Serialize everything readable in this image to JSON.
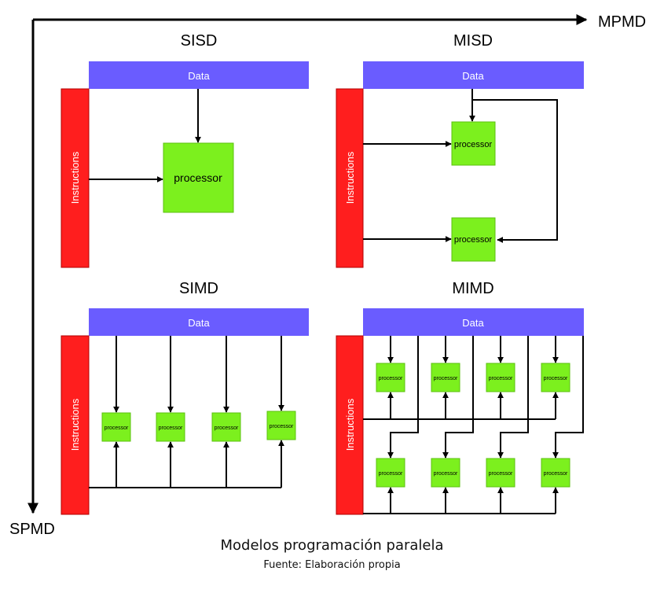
{
  "axes": {
    "horizontal_label": "MPMD",
    "vertical_label": "SPMD"
  },
  "quadrants": [
    {
      "id": "sisd",
      "title": "SISD",
      "data_label": "Data",
      "instructions_label": "Instructions",
      "processor_label": "processor",
      "processors": 1
    },
    {
      "id": "misd",
      "title": "MISD",
      "data_label": "Data",
      "instructions_label": "Instructions",
      "processor_label": "processor",
      "processors": 2
    },
    {
      "id": "simd",
      "title": "SIMD",
      "data_label": "Data",
      "instructions_label": "Instructions",
      "processor_label": "processor",
      "processors": 4
    },
    {
      "id": "mimd",
      "title": "MIMD",
      "data_label": "Data",
      "instructions_label": "Instructions",
      "processor_label": "processor",
      "processors": 8
    }
  ],
  "caption": {
    "title": "Modelos programación paralela",
    "source": "Fuente: Elaboración propia"
  },
  "colors": {
    "data_bar": "#6a5cff",
    "instructions_bar": "#ff1e1e",
    "processor": "#7cf01e",
    "processor_border": "#5cc010",
    "line": "#000000"
  }
}
